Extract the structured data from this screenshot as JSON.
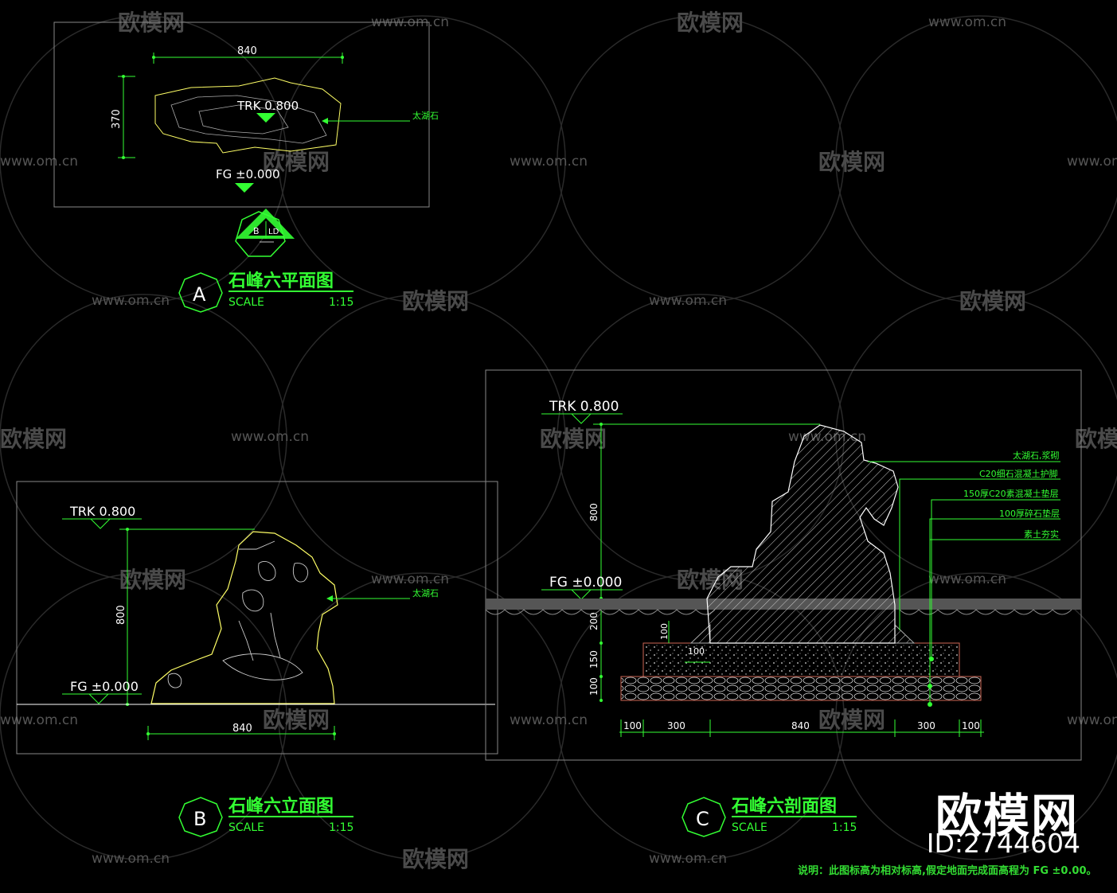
{
  "watermark": {
    "site": "www.om.cn",
    "brand": "欧模网",
    "id": "ID:2744604"
  },
  "colors": {
    "background": "#000000",
    "green": "#33ff33",
    "yellow": "#ffff66",
    "white": "#ffffff",
    "gray": "#888888"
  },
  "plan": {
    "title": "石峰六平面图",
    "marker": "A",
    "scale_label": "SCALE",
    "scale_value": "1:15",
    "dim_width": "840",
    "dim_height": "370",
    "trk": "TRK 0.800",
    "fg": "FG ±0.000",
    "stone_label": "太湖石",
    "section_mark_left": "B",
    "section_mark_right": "LD"
  },
  "elevation": {
    "title": "石峰六立面图",
    "marker": "B",
    "scale_label": "SCALE",
    "scale_value": "1:15",
    "trk": "TRK 0.800",
    "fg": "FG ±0.000",
    "dim_height": "800",
    "dim_width": "840",
    "stone_label": "太湖石"
  },
  "section": {
    "title": "石峰六剖面图",
    "marker": "C",
    "scale_label": "SCALE",
    "scale_value": "1:15",
    "trk": "TRK 0.800",
    "fg": "FG ±0.000",
    "dim_800": "800",
    "dim_200": "200",
    "dim_150": "150",
    "dim_100": "100",
    "dim_inner_100a": "100",
    "dim_inner_100b": "100",
    "layers": [
      "太湖石,浆砌",
      "C20细石混凝土护脚",
      "150厚C20素混凝土垫层",
      "100厚碎石垫层",
      "素土夯实"
    ],
    "bottom_dims": [
      "100",
      "300",
      "840",
      "300",
      "100"
    ]
  },
  "note": "说明：此图标高为相对标高,假定地面完成面高程为 FG ±0.00。"
}
